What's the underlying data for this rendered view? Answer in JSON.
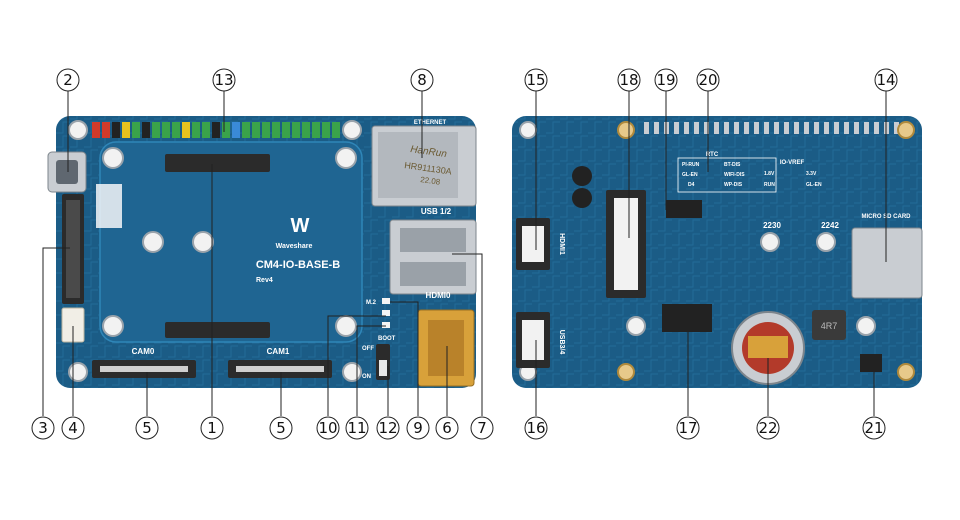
{
  "colors": {
    "pcb": "#1b5c86",
    "pcb_dark": "#14476a",
    "trace": "#2a78a8",
    "hole": "#f2f2f2",
    "metal": "#c9cdd2",
    "connector": "#2b2b2b",
    "gold": "#d8a13a"
  },
  "front": {
    "ethernet_label": "ETHERNET",
    "jack_brand": "HanRun",
    "jack_model": "HR911130A",
    "jack_code": "22.08",
    "usb_label": "USB 1/2",
    "logo_text": "Waveshare",
    "board_title": "CM4-IO-BASE-B",
    "revision": "Rev4",
    "cam0_label": "CAM0",
    "cam1_label": "CAM1",
    "hdmi_label": "HDMI0",
    "m2_label": "M.2",
    "boot_label": "BOOT",
    "off_label": "OFF",
    "on_label": "ON"
  },
  "back": {
    "rtc_label": "RTC",
    "pi_run": "PI-RUN",
    "bt_dis": "BT-DIS",
    "gl_en": "GL-EN",
    "wifi_dis": "WIFI-DIS",
    "wp_dis": "WP-DIS",
    "d4": "D4",
    "io_vref": "IO-VREF",
    "v18": "1.8V",
    "v33": "3.3V",
    "run": "RUN",
    "gl_en2": "GL-EN",
    "m2_2230": "2230",
    "m2_2242": "2242",
    "microsd": "MICRO SD CARD",
    "hdmi1": "HDMI1",
    "usb34": "USB3/4",
    "inductor": "4R7"
  },
  "callouts": [
    {
      "id": "c1",
      "label": "1"
    },
    {
      "id": "c2",
      "label": "2"
    },
    {
      "id": "c3",
      "label": "3"
    },
    {
      "id": "c4",
      "label": "4"
    },
    {
      "id": "c5a",
      "label": "5"
    },
    {
      "id": "c5b",
      "label": "5"
    },
    {
      "id": "c6",
      "label": "6"
    },
    {
      "id": "c7",
      "label": "7"
    },
    {
      "id": "c8",
      "label": "8"
    },
    {
      "id": "c9",
      "label": "9"
    },
    {
      "id": "c10",
      "label": "10"
    },
    {
      "id": "c11",
      "label": "11"
    },
    {
      "id": "c12",
      "label": "12"
    },
    {
      "id": "c13",
      "label": "13"
    },
    {
      "id": "c14",
      "label": "14"
    },
    {
      "id": "c15",
      "label": "15"
    },
    {
      "id": "c16",
      "label": "16"
    },
    {
      "id": "c17",
      "label": "17"
    },
    {
      "id": "c18",
      "label": "18"
    },
    {
      "id": "c19",
      "label": "19"
    },
    {
      "id": "c20",
      "label": "20"
    },
    {
      "id": "c21",
      "label": "21"
    },
    {
      "id": "c22",
      "label": "22"
    }
  ]
}
